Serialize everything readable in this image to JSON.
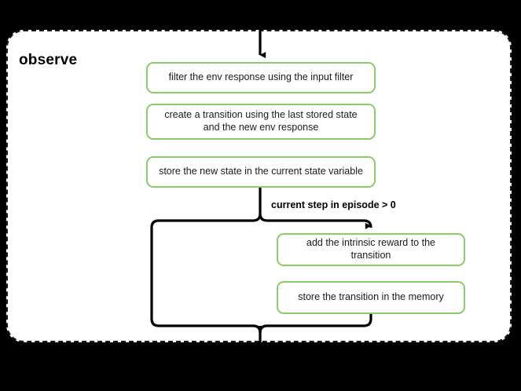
{
  "diagram": {
    "type": "flowchart",
    "title": "observe",
    "background_color": "#000000",
    "panel": {
      "label": "observe",
      "fill": "#ffffff",
      "border_style": "dashed",
      "border_color": "#1a1a1a"
    },
    "node_border_color": "#8cc96a",
    "line_color": "#000000",
    "nodes": [
      {
        "id": "filter",
        "label": "filter the env response using the input filter"
      },
      {
        "id": "create",
        "label": "create a transition using the last stored state and the new env response"
      },
      {
        "id": "store_state",
        "label": "store the new state in the current state variable"
      },
      {
        "id": "intrinsic",
        "label": "add the intrinsic reward to the transition"
      },
      {
        "id": "store_trans",
        "label": "store the transition in the memory"
      }
    ],
    "edges": [
      {
        "from": "entry",
        "to": "filter",
        "label": ""
      },
      {
        "from": "store_state",
        "to": "intrinsic",
        "label": "current step in episode > 0"
      },
      {
        "from": "store_state",
        "to": "merge",
        "label": ""
      },
      {
        "from": "store_trans",
        "to": "merge",
        "label": ""
      },
      {
        "from": "merge",
        "to": "exit",
        "label": ""
      }
    ],
    "branch_label": "current step in episode > 0"
  }
}
